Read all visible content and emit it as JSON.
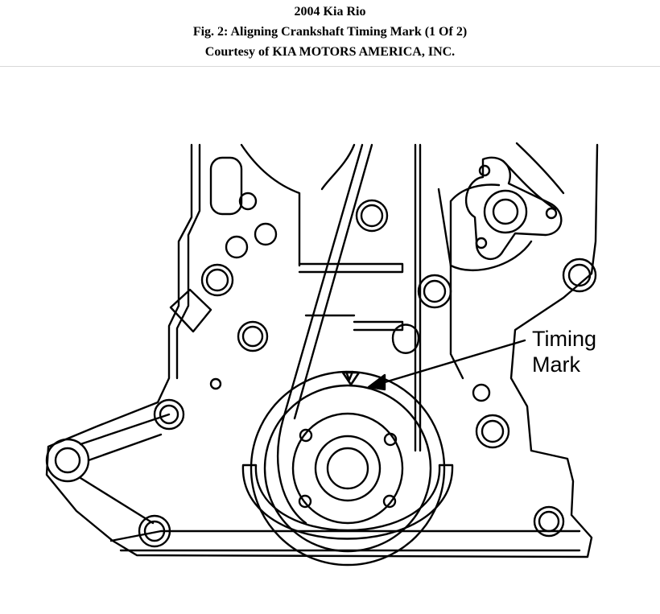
{
  "header": {
    "title": "2004 Kia Rio",
    "figure_caption": "Fig. 2: Aligning Crankshaft Timing Mark (1 Of 2)",
    "courtesy": "Courtesy of KIA MOTORS AMERICA, INC."
  },
  "diagram": {
    "callouts": {
      "timing_mark_line1": "Timing",
      "timing_mark_line2": "Mark"
    }
  }
}
